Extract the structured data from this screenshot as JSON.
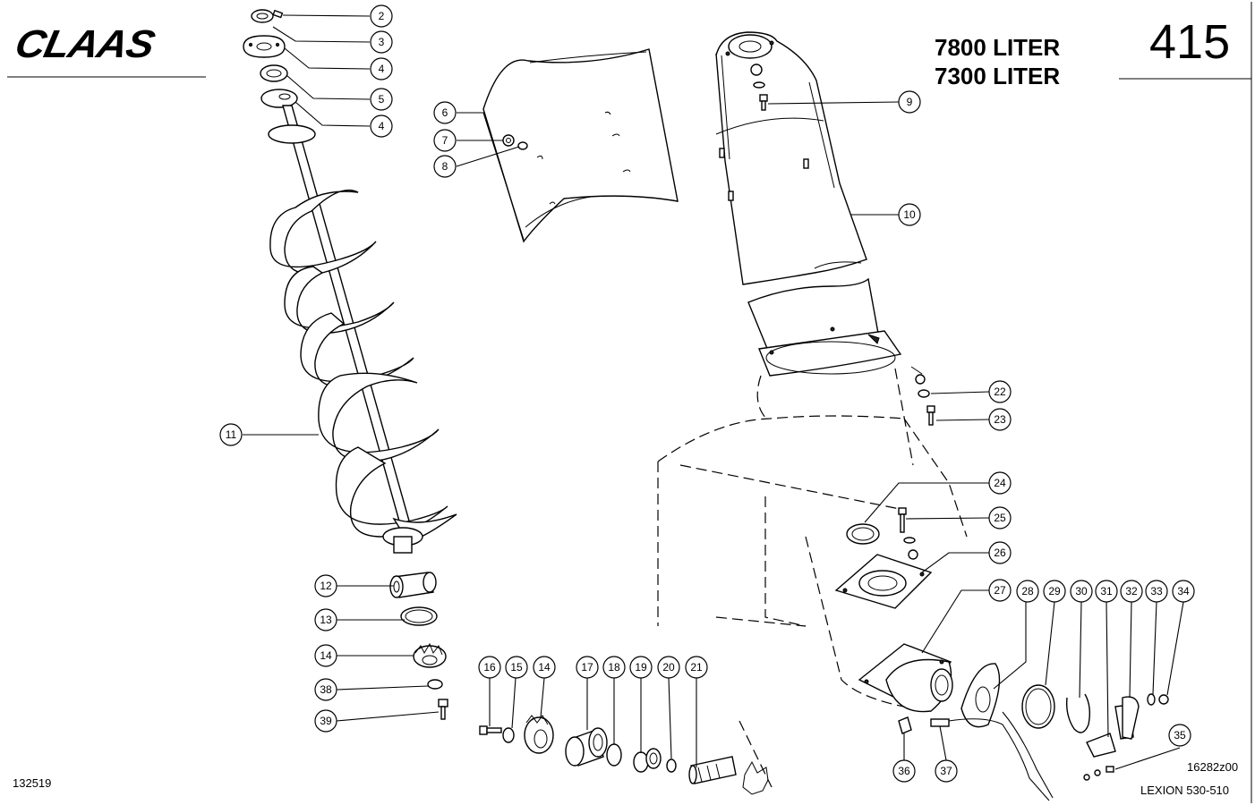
{
  "header": {
    "logo": "CLAAS",
    "capacity_1": "7800 LITER",
    "capacity_2": "7300 LITER",
    "page_number": "415"
  },
  "footer": {
    "drawing_id_left": "132519",
    "drawing_id_right": "16282z00",
    "model": "LEXION 530-510"
  },
  "callouts": [
    {
      "id": "c2",
      "label": "2"
    },
    {
      "id": "c3",
      "label": "3"
    },
    {
      "id": "c4a",
      "label": "4"
    },
    {
      "id": "c5",
      "label": "5"
    },
    {
      "id": "c4b",
      "label": "4"
    },
    {
      "id": "c6",
      "label": "6"
    },
    {
      "id": "c7",
      "label": "7"
    },
    {
      "id": "c8",
      "label": "8"
    },
    {
      "id": "c9",
      "label": "9"
    },
    {
      "id": "c10",
      "label": "10"
    },
    {
      "id": "c11",
      "label": "11"
    },
    {
      "id": "c12",
      "label": "12"
    },
    {
      "id": "c13",
      "label": "13"
    },
    {
      "id": "c14a",
      "label": "14"
    },
    {
      "id": "c38",
      "label": "38"
    },
    {
      "id": "c39",
      "label": "39"
    },
    {
      "id": "c16",
      "label": "16"
    },
    {
      "id": "c15",
      "label": "15"
    },
    {
      "id": "c14b",
      "label": "14"
    },
    {
      "id": "c17",
      "label": "17"
    },
    {
      "id": "c18",
      "label": "18"
    },
    {
      "id": "c19",
      "label": "19"
    },
    {
      "id": "c20",
      "label": "20"
    },
    {
      "id": "c21",
      "label": "21"
    },
    {
      "id": "c22",
      "label": "22"
    },
    {
      "id": "c23",
      "label": "23"
    },
    {
      "id": "c24",
      "label": "24"
    },
    {
      "id": "c25",
      "label": "25"
    },
    {
      "id": "c26",
      "label": "26"
    },
    {
      "id": "c27",
      "label": "27"
    },
    {
      "id": "c28",
      "label": "28"
    },
    {
      "id": "c29",
      "label": "29"
    },
    {
      "id": "c30",
      "label": "30"
    },
    {
      "id": "c31",
      "label": "31"
    },
    {
      "id": "c32",
      "label": "32"
    },
    {
      "id": "c33",
      "label": "33"
    },
    {
      "id": "c34",
      "label": "34"
    },
    {
      "id": "c35",
      "label": "35"
    },
    {
      "id": "c36",
      "label": "36"
    },
    {
      "id": "c37",
      "label": "37"
    }
  ]
}
